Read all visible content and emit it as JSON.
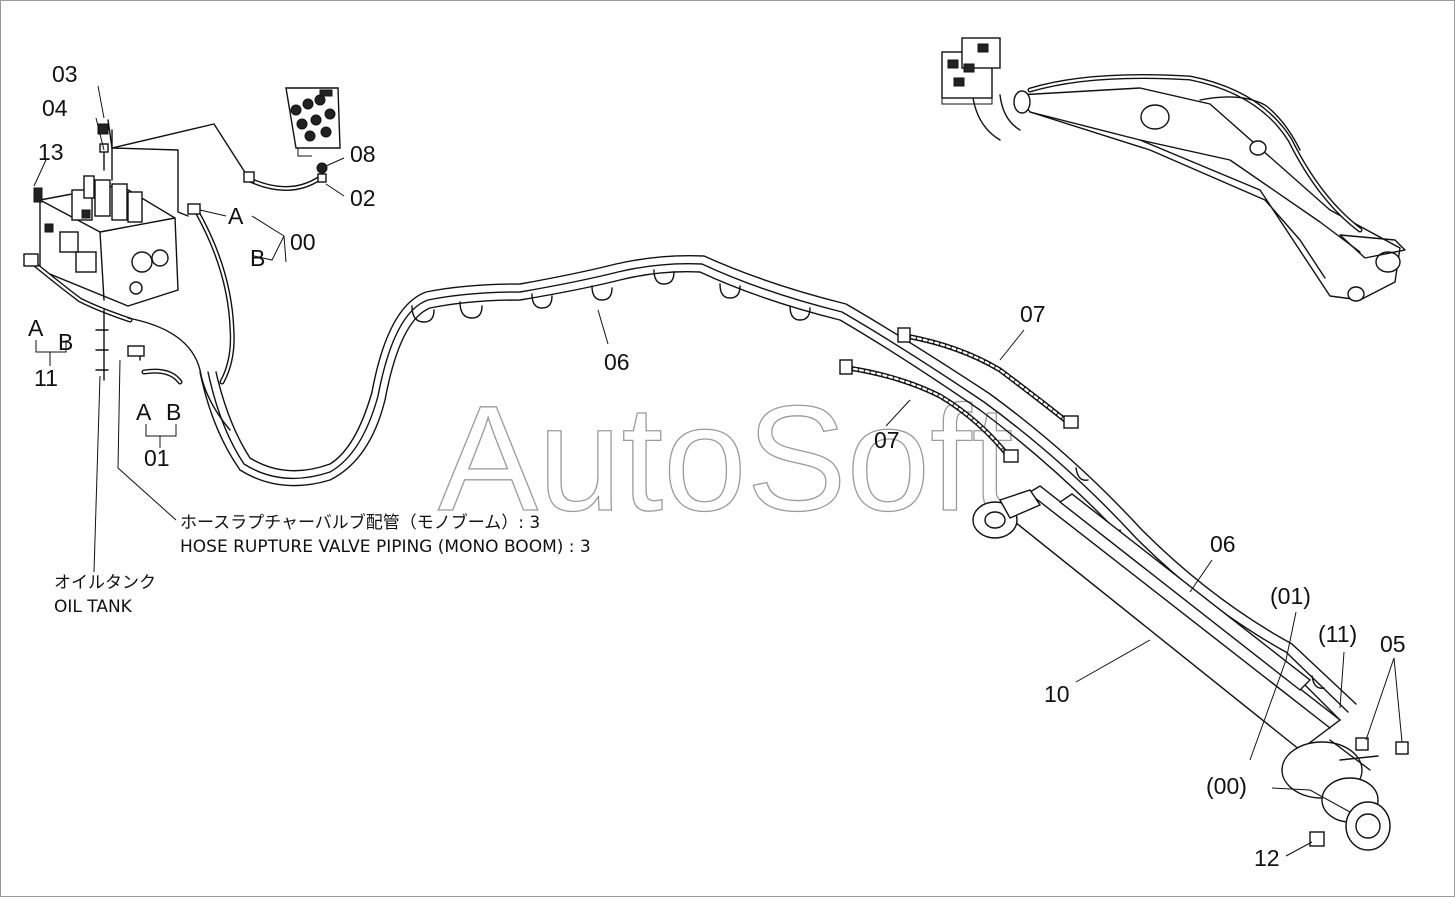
{
  "watermark": "AutoSoft",
  "callouts": {
    "c03": "03",
    "c04": "04",
    "c13": "13",
    "c08": "08",
    "c02": "02",
    "cA_top": "A",
    "cB_top": "B",
    "c00_top": "00",
    "cA_left": "A",
    "cB_left": "B",
    "c11_left": "11",
    "cA_mid": "A",
    "cB_mid": "B",
    "c01_mid": "01",
    "c06_upper": "06",
    "c07_upper": "07",
    "c07_lower": "07",
    "c06_lower": "06",
    "c01_paren": "(01)",
    "c11_paren": "(11)",
    "c05": "05",
    "c10": "10",
    "c00_paren": "(00)",
    "c12": "12"
  },
  "notes": {
    "hose_jp": "ホースラプチャーバルブ配管（モノブーム）: 3",
    "hose_en": "HOSE RUPTURE VALVE PIPING (MONO BOOM) : 3",
    "tank_jp": "オイルタンク",
    "tank_en": "OIL TANK"
  }
}
